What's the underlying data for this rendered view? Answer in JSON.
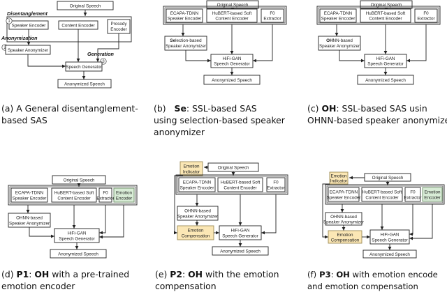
{
  "shared": {
    "orig": "Original Speech",
    "anon": "Anonymized Speech",
    "ecapa1": "ECAPA-TDNN",
    "ecapa2": "Speaker Encoder",
    "hub1": "HuBERT-based Soft",
    "hub2": "Content Encoder",
    "f01": "F0",
    "f02": "Extractor",
    "hifi1": "HiFi-GAN",
    "hifi2": "Speech Generator",
    "ohnn1": "OHNN-based",
    "ohnn2": "Speaker Anonymizer",
    "emo_enc1": "Emotion",
    "emo_enc2": "Encoder",
    "emo_ind1": "Emotion",
    "emo_ind2": "Indicator",
    "emo_comp1": "Emotion",
    "emo_comp2": "Compensation"
  },
  "panel_a": {
    "disent": "Disentanglement",
    "anonymization": "Anonymization",
    "generation": "Generation",
    "spk_enc": "Speaker Encoder",
    "cont_enc": "Content Encoder",
    "pros1": "Prosody",
    "pros2": "Encoder",
    "spk_anon": "Speaker Anonymizer",
    "gen": "Speech Generator",
    "n1": "1",
    "n2": "2",
    "n3": "3"
  },
  "panel_b": {
    "sel_bold": "Se",
    "sel_rest": "lection-based",
    "sel2": "Speaker Anonymizer"
  },
  "panel_c": {
    "oh_bold": "OH",
    "oh_rest": "NN-based",
    "oh2": "Speaker Anonymizer"
  },
  "captions": {
    "a1": "(a) A General disentanglement-",
    "a2": "based SAS",
    "b1_pre": "(b)",
    "b1_bold": "Se",
    "b1_post": ": SSL-based SAS",
    "b2": "using selection-based speaker",
    "b3": "anonymizer",
    "c1_pre": "(c)",
    "c1_bold": "OH",
    "c1_post": ": SSL-based SAS usin",
    "c2": "OHNN-based speaker anonymize",
    "d1_pre": "(d)",
    "d1_bold": "P1",
    "d1_mid": ": ",
    "d1_bold2": "OH",
    "d1_post": " with a pre-trained",
    "d2": "emotion encoder",
    "e1_pre": "(e)",
    "e1_bold": "P2",
    "e1_mid": ": ",
    "e1_bold2": "OH",
    "e1_post": " with the emotion",
    "e2": "compensation",
    "f1_pre": "(f)",
    "f1_bold": "P3",
    "f1_mid": ": ",
    "f1_bold2": "OH",
    "f1_post": " with emotion encode",
    "f2": "and emotion compensation"
  },
  "colors": {
    "emotion_yellow": "#fbe7b5",
    "encoder_green": "#d8ecd6",
    "line": "#222222"
  }
}
